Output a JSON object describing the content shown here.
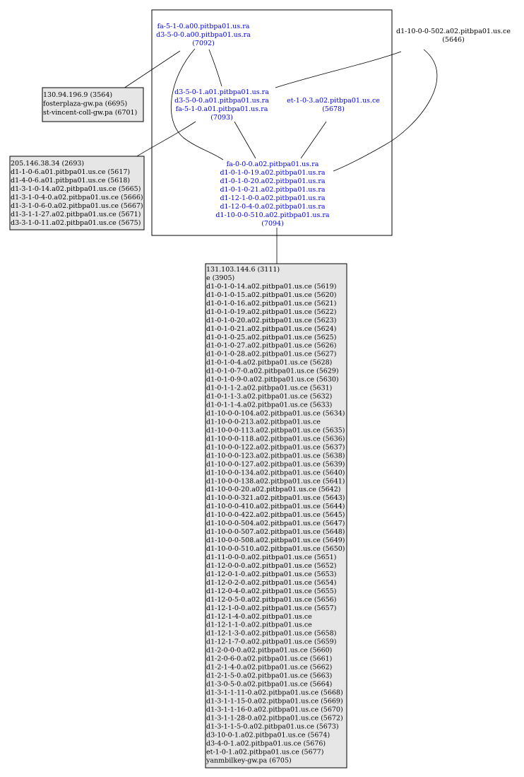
{
  "colors": {
    "link": "#0000ee",
    "box_fill": "#e6e6e6",
    "stroke": "#000000"
  },
  "top_node": {
    "lines": [
      "fa-5-1-0.a00.pitbpa01.us.ra",
      "d3-5-0-0.a00.pitbpa01.us.ra",
      "(7092)"
    ]
  },
  "right_node": {
    "lines": [
      "d1-10-0-0-502.a02.pitbpa01.us.ce",
      "(5646)"
    ]
  },
  "mid_node": {
    "lines": [
      "d3-5-0-1.a01.pitbpa01.us.ra",
      "d3-5-0-0.a01.pitbpa01.us.ra",
      "fa-5-1-0.a01.pitbpa01.us.ra",
      "(7093)"
    ]
  },
  "et_node": {
    "lines": [
      "et-1-0-3.a02.pitbpa01.us.ce",
      "(5678)"
    ]
  },
  "bottom_node": {
    "lines": [
      "fa-0-0-0.a02.pitbpa01.us.ra",
      "d1-0-1-0-19.a02.pitbpa01.us.ra",
      "d1-0-1-0-20.a02.pitbpa01.us.ra",
      "d1-0-1-0-21.a02.pitbpa01.us.ra",
      "d1-12-1-0-0.a02.pitbpa01.us.ra",
      "d1-12-0-4-0.a02.pitbpa01.us.ra",
      "d1-10-0-0-510.a02.pitbpa01.us.ra",
      "(7094)"
    ]
  },
  "box_a": {
    "lines": [
      "130.94.196.9 (3564)",
      "fosterplaza-gw.pa (6695)",
      "st-vincent-coll-gw.pa (6701)"
    ]
  },
  "box_b": {
    "lines": [
      "205.146.38.34 (2693)",
      "d1-1-0-6.a01.pitbpa01.us.ce (5617)",
      "d1-4-0-6.a01.pitbpa01.us.ce (5618)",
      "d1-3-1-0-14.a02.pitbpa01.us.ce (5665)",
      "d1-3-1-0-4-0.a02.pitbpa01.us.ce (5666)",
      "d1-3-1-0-6-0.a02.pitbpa01.us.ce (5667)",
      "d1-3-1-1-27.a02.pitbpa01.us.ce (5671)",
      "d3-3-1-0-11.a02.pitbpa01.us.ce (5675)"
    ]
  },
  "box_c": {
    "lines": [
      "131.103.144.6 (3111)",
      "e (3905)",
      "d1-0-1-0-14.a02.pitbpa01.us.ce (5619)",
      "d1-0-1-0-15.a02.pitbpa01.us.ce (5620)",
      "d1-0-1-0-16.a02.pitbpa01.us.ce (5621)",
      "d1-0-1-0-19.a02.pitbpa01.us.ce (5622)",
      "d1-0-1-0-20.a02.pitbpa01.us.ce (5623)",
      "d1-0-1-0-21.a02.pitbpa01.us.ce (5624)",
      "d1-0-1-0-25.a02.pitbpa01.us.ce (5625)",
      "d1-0-1-0-27.a02.pitbpa01.us.ce (5626)",
      "d1-0-1-0-28.a02.pitbpa01.us.ce (5627)",
      "d1-0-1-0-4.a02.pitbpa01.us.ce (5628)",
      "d1-0-1-0-7-0.a02.pitbpa01.us.ce (5629)",
      "d1-0-1-0-9-0.a02.pitbpa01.us.ce (5630)",
      "d1-0-1-1-2.a02.pitbpa01.us.ce (5631)",
      "d1-0-1-1-3.a02.pitbpa01.us.ce (5632)",
      "d1-0-1-1-4.a02.pitbpa01.us.ce (5633)",
      "d1-10-0-0-104.a02.pitbpa01.us.ce (5634)",
      "d1-10-0-0-213.a02.pitbpa01.us.ce",
      "d1-10-0-0-113.a02.pitbpa01.us.ce (5635)",
      "d1-10-0-0-118.a02.pitbpa01.us.ce (5636)",
      "d1-10-0-0-122.a02.pitbpa01.us.ce (5637)",
      "d1-10-0-0-123.a02.pitbpa01.us.ce (5638)",
      "d1-10-0-0-127.a02.pitbpa01.us.ce (5639)",
      "d1-10-0-0-134.a02.pitbpa01.us.ce (5640)",
      "d1-10-0-0-138.a02.pitbpa01.us.ce (5641)",
      "d1-10-0-0-20.a02.pitbpa01.us.ce (5642)",
      "d1-10-0-0-321.a02.pitbpa01.us.ce (5643)",
      "d1-10-0-0-410.a02.pitbpa01.us.ce (5644)",
      "d1-10-0-0-422.a02.pitbpa01.us.ce (5645)",
      "d1-10-0-0-504.a02.pitbpa01.us.ce (5647)",
      "d1-10-0-0-507.a02.pitbpa01.us.ce (5648)",
      "d1-10-0-0-508.a02.pitbpa01.us.ce (5649)",
      "d1-10-0-0-510.a02.pitbpa01.us.ce (5650)",
      "d1-11-0-0-0.a02.pitbpa01.us.ce (5651)",
      "d1-12-0-0-0.a02.pitbpa01.us.ce (5652)",
      "d1-12-0-1-0.a02.pitbpa01.us.ce (5653)",
      "d1-12-0-2-0.a02.pitbpa01.us.ce (5654)",
      "d1-12-0-4-0.a02.pitbpa01.us.ce (5655)",
      "d1-12-0-5-0.a02.pitbpa01.us.ce (5656)",
      "d1-12-1-0-0.a02.pitbpa01.us.ce (5657)",
      "d1-12-1-4-0.a02.pitbpa01.us.ce",
      "d1-12-1-1-0.a02.pitbpa01.us.ce",
      "d1-12-1-3-0.a02.pitbpa01.us.ce (5658)",
      "d1-12-1-7-0.a02.pitbpa01.us.ce (5659)",
      "d1-2-0-0-0.a02.pitbpa01.us.ce (5660)",
      "d1-2-0-6-0.a02.pitbpa01.us.ce (5661)",
      "d1-2-1-4-0.a02.pitbpa01.us.ce (5662)",
      "d1-2-1-5-0.a02.pitbpa01.us.ce (5663)",
      "d1-3-0-5-0.a02.pitbpa01.us.ce (5664)",
      "d1-3-1-1-11-0.a02.pitbpa01.us.ce (5668)",
      "d1-3-1-1-15-0.a02.pitbpa01.us.ce (5669)",
      "d1-3-1-1-16-0.a02.pitbpa01.us.ce (5670)",
      "d1-3-1-1-28-0.a02.pitbpa01.us.ce (5672)",
      "d1-3-1-1-5-0.a02.pitbpa01.us.ce (5673)",
      "d3-10-0-1.a02.pitbpa01.us.ce (5674)",
      "d3-4-0-1.a02.pitbpa01.us.ce (5676)",
      "et-1-0-1.a02.pitbpa01.us.ce (5677)",
      "yanmbilkey-gw.pa (6705)"
    ]
  }
}
